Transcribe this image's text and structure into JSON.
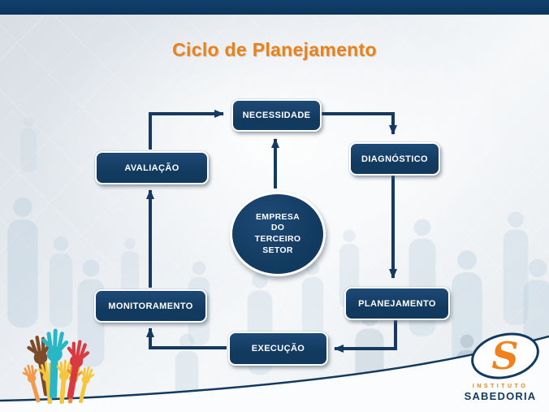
{
  "slide": {
    "title": "Ciclo de Planejamento"
  },
  "diagram": {
    "nodes": [
      {
        "id": "necessidade",
        "label": "NECESSIDADE"
      },
      {
        "id": "diagnostico",
        "label": "DIAGNÓSTICO"
      },
      {
        "id": "planejamento",
        "label": "PLANEJAMENTO"
      },
      {
        "id": "execucao",
        "label": "EXECUÇÃO"
      },
      {
        "id": "monitoramento",
        "label": "MONITORAMENTO"
      },
      {
        "id": "avaliacao",
        "label": "AVALIAÇÃO"
      }
    ],
    "center": {
      "lines": [
        "EMPRESA",
        "DO",
        "TERCEIRO",
        "SETOR"
      ]
    },
    "edges": [
      {
        "from": "AVALIAÇÃO",
        "to": "NECESSIDADE"
      },
      {
        "from": "NECESSIDADE",
        "to": "DIAGNÓSTICO"
      },
      {
        "from": "DIAGNÓSTICO",
        "to": "PLANEJAMENTO"
      },
      {
        "from": "PLANEJAMENTO",
        "to": "EXECUÇÃO"
      },
      {
        "from": "EXECUÇÃO",
        "to": "MONITORAMENTO"
      },
      {
        "from": "MONITORAMENTO",
        "to": "AVALIAÇÃO"
      },
      {
        "from": "EMPRESA DO TERCEIRO SETOR",
        "to": "NECESSIDADE"
      }
    ]
  },
  "logo": {
    "initial": "S",
    "line1": "INSTITUTO",
    "line2": "SABEDORIA"
  },
  "colors": {
    "header_bar": "#0B355D",
    "node_fill": "#123A5F",
    "arrow": "#16395F",
    "title_orange": "#E8821E",
    "logo_orange": "#F0821E",
    "logo_navy": "#123A5F",
    "hands": [
      "#7B4B2A",
      "#F2994A",
      "#29B6C5",
      "#F4C63D",
      "#EF8D2F",
      "#D83A3F"
    ]
  }
}
